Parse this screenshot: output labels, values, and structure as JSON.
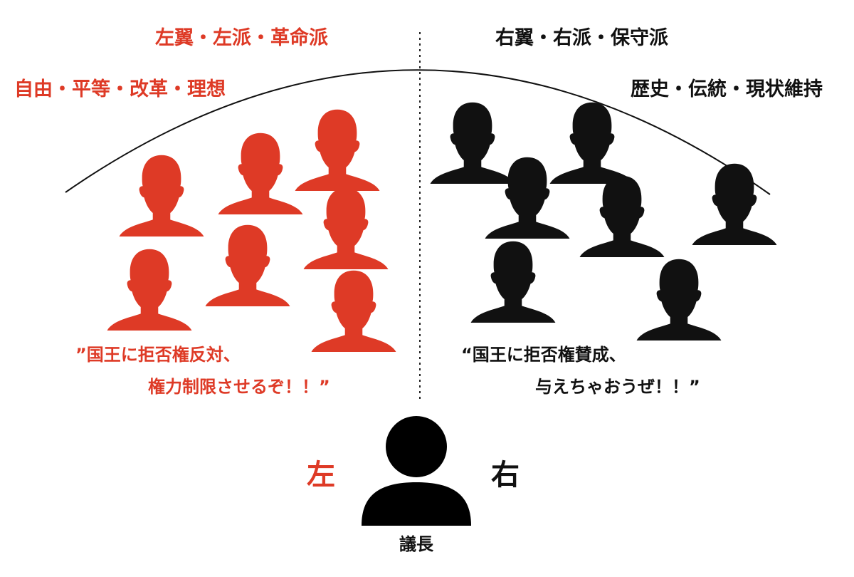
{
  "colors": {
    "left": "#de3a26",
    "right": "#111111",
    "curve": "#111111"
  },
  "left": {
    "label": "左翼・左派・革命派",
    "values": "自由・平等・改革・理想",
    "quote_line1": "”国王に拒否権反対、",
    "quote_line2": "権力制限させるぞ！！”",
    "side": "左"
  },
  "right": {
    "label": "右翼・右派・保守派",
    "values": "歴史・伝統・現状維持",
    "quote_line1": "“国王に拒否権賛成、",
    "quote_line2": "与えちゃおうぜ！！”",
    "side": "右"
  },
  "chair": {
    "label": "議長"
  },
  "icons": {
    "left_group": "person-silhouette-icon",
    "right_group": "person-silhouette-icon",
    "chair": "person-icon"
  }
}
